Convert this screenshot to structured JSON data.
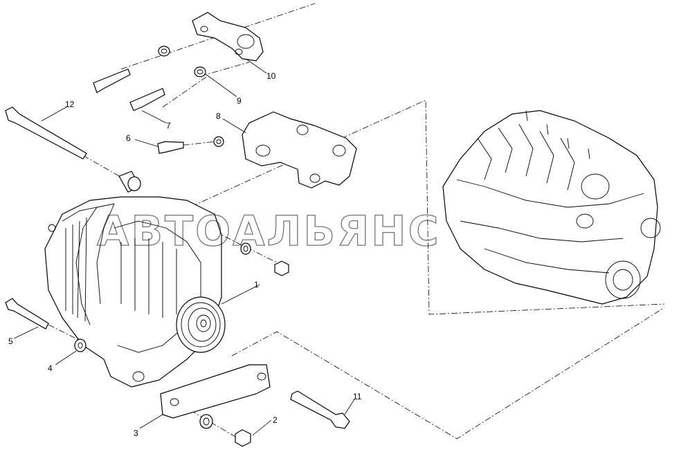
{
  "watermark": "АВТОАЛЬЯНС",
  "callouts": [
    {
      "id": "c1",
      "label": "1"
    },
    {
      "id": "c2",
      "label": "2"
    },
    {
      "id": "c3",
      "label": "3"
    },
    {
      "id": "c4",
      "label": "4"
    },
    {
      "id": "c5",
      "label": "5"
    },
    {
      "id": "c6",
      "label": "6"
    },
    {
      "id": "c7",
      "label": "7"
    },
    {
      "id": "c8",
      "label": "8"
    },
    {
      "id": "c9",
      "label": "9"
    },
    {
      "id": "c10",
      "label": "10"
    },
    {
      "id": "c11",
      "label": "11"
    },
    {
      "id": "c12",
      "label": "12"
    }
  ]
}
